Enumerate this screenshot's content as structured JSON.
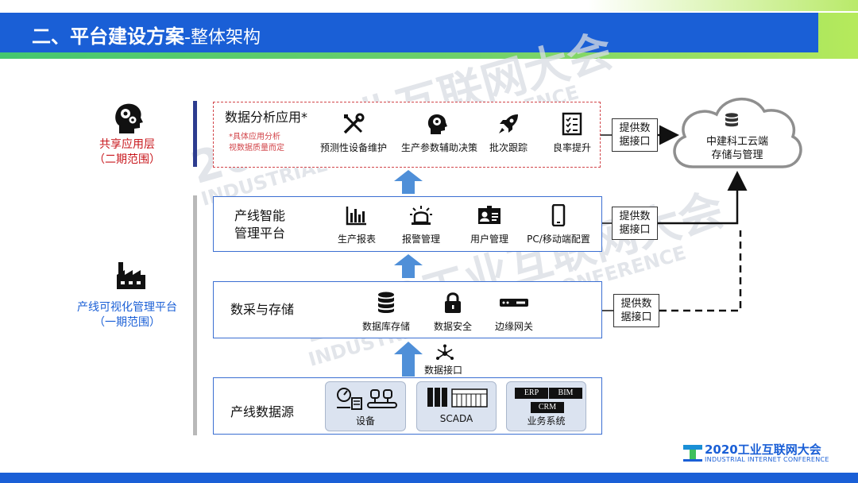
{
  "header": {
    "title_main": "二、平台建设方案",
    "title_sub": "-整体架构"
  },
  "watermark": {
    "line1": "2020工业互联网大会",
    "line2": "INDUSTRIAL INTERNET CONFERENCE"
  },
  "left": {
    "share_line1": "共享应用层",
    "share_line2": "（二期范围）",
    "platform_line1": "产线可视化管理平台",
    "platform_line2": "（一期范围）"
  },
  "layers": {
    "analysis": {
      "title": "数据分析应用*",
      "note_line1": "*具体应用分析",
      "note_line2": "视数据质量而定",
      "items": [
        "预测性设备维护",
        "生产参数辅助决策",
        "批次跟踪",
        "良率提升"
      ]
    },
    "management": {
      "title_line1": "产线智能",
      "title_line2": "管理平台",
      "items": [
        "生产报表",
        "报警管理",
        "用户管理",
        "PC/移动端配置"
      ]
    },
    "storage": {
      "title": "数采与存储",
      "items": [
        "数据库存储",
        "数据安全",
        "边缘网关"
      ]
    },
    "source": {
      "title": "产线数据源",
      "items": [
        "设备",
        "SCADA",
        "业务系统"
      ],
      "biz_tags": [
        "ERP",
        "BIM",
        "CRM"
      ]
    }
  },
  "data_interface_label": "数据接口",
  "interfaces": {
    "line1": "提供数",
    "line2": "据接口"
  },
  "cloud": {
    "line1": "中建科工云端",
    "line2": "存储与管理"
  },
  "logo": {
    "main": "2020工业互联网大会",
    "sub": "INDUSTRIAL INTERNET CONFERENCE"
  },
  "colors": {
    "brand_blue": "#1a5fd6",
    "accent_green": "#6fd06a",
    "accent_red": "#c8171d",
    "arrow_blue": "#4f8fd8"
  }
}
